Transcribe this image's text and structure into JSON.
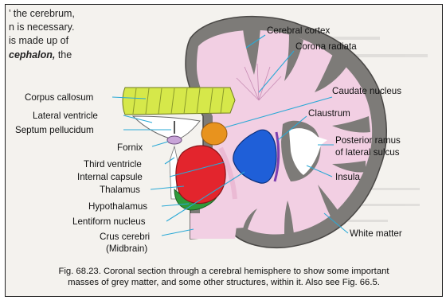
{
  "book_text": {
    "line1": "’ the cerebrum,",
    "line2": "n is necessary.",
    "line3": "is made up of",
    "line4_emphasis": "cephalon,",
    "line4_rest": " the"
  },
  "labels": {
    "cerebral_cortex": "Cerebral cortex",
    "corona_radiata": "Corona radiata",
    "corpus_callosum": "Corpus callosum",
    "caudate_nucleus": "Caudate nucleus",
    "lateral_ventricle": "Lateral ventricle",
    "septum_pellucidum": "Septum pellucidum",
    "claustrum": "Claustrum",
    "fornix": "Fornix",
    "posterior_ramus_line1": "Posterior ramus",
    "posterior_ramus_line2": "of lateral sulcus",
    "third_ventricle": "Third ventricle",
    "internal_capsule": "Internal capsule",
    "insula": "Insula",
    "thalamus": "Thalamus",
    "hypothalamus": "Hypothalamus",
    "lentiform_nucleus": "Lentiform nucleus",
    "crus_cerebri_line1": "Crus cerebri",
    "crus_cerebri_line2": "(Midbrain)",
    "white_matter": "White matter"
  },
  "caption": {
    "line1": "Fig. 68.23. Coronal section through a cerebral hemisphere to show some important",
    "line2": "masses of grey matter, and some other structures, within it. Also see Fig. 66.5."
  },
  "colors": {
    "cortex_grey": "#7d7b78",
    "white_matter_pink": "#f2cfe3",
    "corpus_callosum": "#d6e84a",
    "caudate": "#e8931e",
    "thalamus": "#e3252d",
    "hypothalamus": "#2f9a3a",
    "lentiform": "#1f5fd8",
    "leader_line": "#2aa9d6"
  }
}
